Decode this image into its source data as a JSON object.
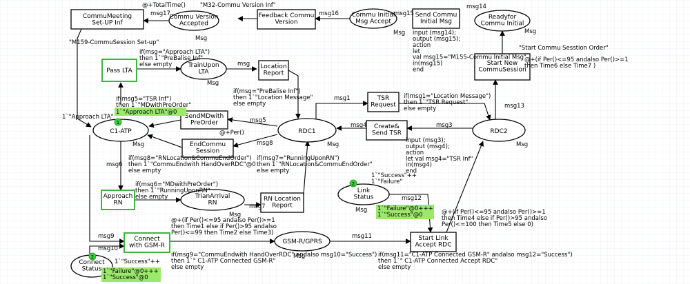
{
  "colors": {
    "grid": "#dfe6ef",
    "highlight": "#9be86a",
    "token": "#39d43c",
    "bind_border": "#3fb53f"
  },
  "transitions": {
    "commu_meeting": "CommuMeeting\nSet-UP Inf",
    "feedback_commu": "Feedback Commu\nVersion",
    "send_commu_initial": "Send Commu\nInitial Msg",
    "start_new_commu": "Start New\nCommuSession",
    "pass_lta": "Pass LTA",
    "trainupon_lta": "TrainUpon\nLTA",
    "location_report": "Location\nReport",
    "tsr_request": "TSR\nRequest",
    "send_md": "SendMDwith\nPreOrder",
    "end_commu": "EndCommu\nSession",
    "create_send_tsr": "Create&\nSend TSR",
    "approach_rn": "Approach\nRN",
    "rn_location_report": "RN Location\nReport",
    "connect_gsm": "Connect\nwith GSM-R",
    "start_link": "Start  Link\nAccept RDC"
  },
  "places": {
    "commu_version_accepted": "Commu Version\nAccepted",
    "commu_initial_accept": "Commu Initial\nMsg Accept",
    "readyfor": "Readyfor\nCommu Initial",
    "c1_atp": "C1-ATP",
    "rdc1": "RDC1",
    "rdc2": "RDC2",
    "trian_arrival": "TrianArrival\nRN",
    "link_status": "Link\nStatus",
    "gsm_gprs": "GSM-R/GPRS",
    "connect_status": "Connect\nStatus"
  },
  "msg": "Msg",
  "arcs": {
    "msg17": "msg17",
    "msg16": "msg16",
    "msg15": "msg15",
    "msg14": "msg14",
    "msg": "msg",
    "msg1": "msg1",
    "msg13": "msg13",
    "msg5": "msg5",
    "msg4": "msg4",
    "msg3": "msg3",
    "msg8": "msg8",
    "msg6": "msg6",
    "msg7": "msg7",
    "msg12": "msg12",
    "msg9": "msg9",
    "msg10": "msg10",
    "msg11": "msg11",
    "per": "@+Per()"
  },
  "annotations": {
    "total_time": "@+TotalTime()",
    "m32": "\"M32-Commu Version Inf\"",
    "m159": "\"M159-CommuSession Set-up\"",
    "approach_lta_initial": "1`\"Approach LTA\"",
    "send_commu_code": "input (msg14);\noutput (msg15);\naction\nlet\nval msg15=\"M155-Commu Initial Msg\"\nin(msg15)\nend",
    "start_commu_order": "\"Start Commu Sesstion Order\"",
    "start_new_time": "@+(if Per()<=95 andalso Per()>=1\nthen Time6 else Time7 )",
    "approach_guard": "if(msg=\"Approach LTA\")\nthen 1`\"PreBalise Inf\"\nelse empty",
    "tsr_inf_guard": "if(msg5=\"TSR Inf\")\nthen 1`\"MDwithPreOrder\"",
    "prebalise_guard": "if(msg=\"PreBalise Inf\")\nthen 1`\"Location Message\"\nelse empty",
    "location_msg_guard": "if(msg1=\"Location Message\")\nthen 1`\"TSR Request\"\nelse empty",
    "create_tsr_code": "input (msg3);\noutput (msg4);\naction\nlet val msg4=\"TSR Inf\"\nin(msg4)\nend",
    "rnlocation_guard": "if(msg8=\"RNLocation&CommuEndOrder\")\nthen 1`\"CommuEndwith HandOverRDC\"@0\nelse empty",
    "runningupon_guard": "if(msg7=\"RunningUponRN\")\nthen 1`\"RNLocation&CommuEndOrder\"\nelse empty",
    "mdwith_guard": "if(msg6=\"MDwithPreOrder\")\nthen 1`\"RunningUponRN\"\nelse empty",
    "link_initial": "1`\"Success\"++\n1`\"Failure\"",
    "link_time": "@+(if Per()<=95 andalso Per()>=1\nthen Time4 else if Per()>95 andalso\nPer()<=100 then Time5 else 0)",
    "connect_time": "@+(if Per()<=95 andalso Per()>=1\nthen Time1 else if Per()>95 andalso\nPer()<=99 then Time2 else Time3)",
    "commuend_guard": "if(msg9=\"CommuEndwith HandOverRDC\" andalso msg10=\"Success\")\nthen 1`\" C1-ATP Connected GSM-R\"\nelse empty",
    "c1atp_guard": "if(msg11=\"C1-ATP Connected GSM-R\" andalso msg12=\"Success\")\nthen 1`\" C1-ATP Connected Accept RDC\"\nelse empty",
    "connect_initial": "1`\"Success\"++"
  },
  "markings": {
    "c1_atp": "1`\"Approach LTA\"@0",
    "link_status": "1`\"Failure\"@0+++\n1`\"Success\"@0",
    "connect_status": "1`\"Failure\"@0+++\n1`\"Success\"@0"
  },
  "tokens": {
    "c1_atp": "1",
    "link_status": "2",
    "connect_status": "2"
  }
}
